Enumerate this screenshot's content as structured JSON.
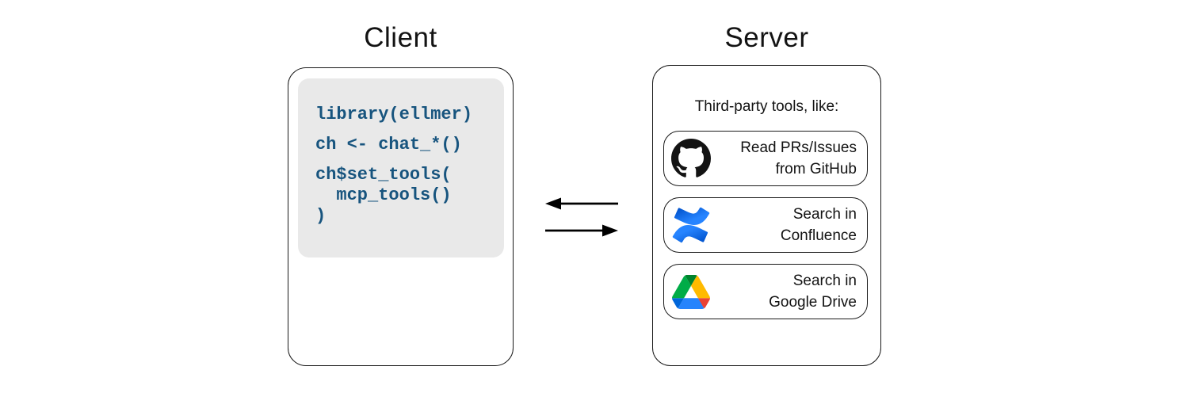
{
  "client": {
    "title": "Client",
    "code": [
      "library(ellmer)",
      "ch <- chat_*()",
      "ch$set_tools(\n  mcp_tools()\n)"
    ]
  },
  "server": {
    "title": "Server",
    "subtitle": "Third-party tools, like:",
    "tools": [
      {
        "icon": "github-icon",
        "line1": "Read PRs/Issues",
        "line2": "from GitHub"
      },
      {
        "icon": "confluence-icon",
        "line1": "Search in",
        "line2": "Confluence"
      },
      {
        "icon": "google-drive-icon",
        "line1": "Search in",
        "line2": "Google Drive"
      }
    ]
  },
  "arrows": [
    {
      "name": "server-to-client-arrow",
      "direction": "left"
    },
    {
      "name": "client-to-server-arrow",
      "direction": "right"
    }
  ],
  "colors": {
    "code_text": "#17547E",
    "code_background": "#E9E9E9",
    "box_border": "#1A1A1A",
    "text": "#131313",
    "arrow": "#000000",
    "github_black": "#131313",
    "confluence_blue_dark": "#0052CC",
    "confluence_blue_light": "#2684FF",
    "drive_deep_blue": "#0066DA",
    "drive_green": "#00AC47",
    "drive_dark_green": "#00832D",
    "drive_yellow": "#FFBA00",
    "drive_red": "#EA4335",
    "drive_blue": "#2684FC"
  }
}
